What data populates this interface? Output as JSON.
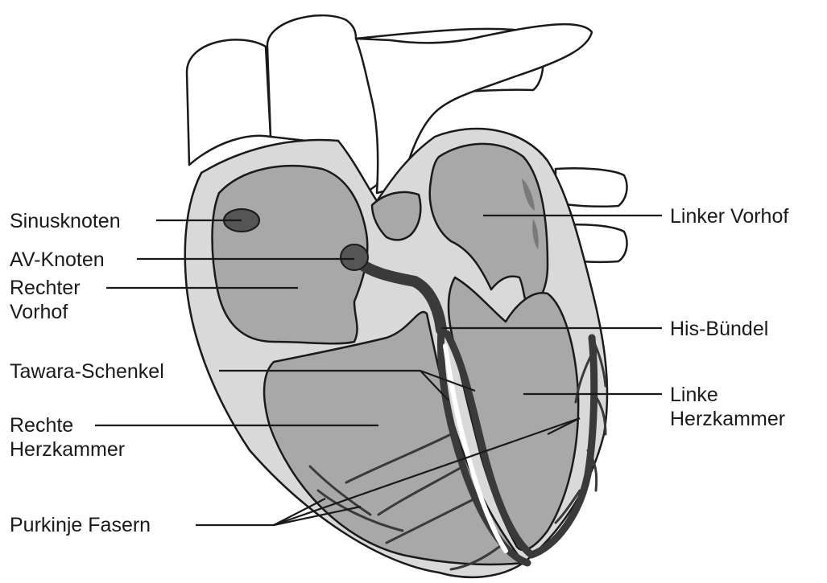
{
  "labels": {
    "sinusknoten": "Sinusknoten",
    "av_knoten": "AV-Knoten",
    "rechter_vorhof_1": "Rechter",
    "rechter_vorhof_2": "Vorhof",
    "tawara_schenkel": "Tawara-Schenkel",
    "rechte_herzkammer_1": "Rechte",
    "rechte_herzkammer_2": "Herzkammer",
    "purkinje_fasern": "Purkinje Fasern",
    "linker_vorhof": "Linker Vorhof",
    "his_buendel": "His-Bündel",
    "linke_herzkammer_1": "Linke",
    "linke_herzkammer_2": "Herzkammer"
  },
  "colors": {
    "outline": "#1a1a1a",
    "wall": "#d9d9d9",
    "chamber": "#a8a8a8",
    "node": "#555555",
    "conduction": "#3a3a3a",
    "vessel": "#ffffff"
  }
}
